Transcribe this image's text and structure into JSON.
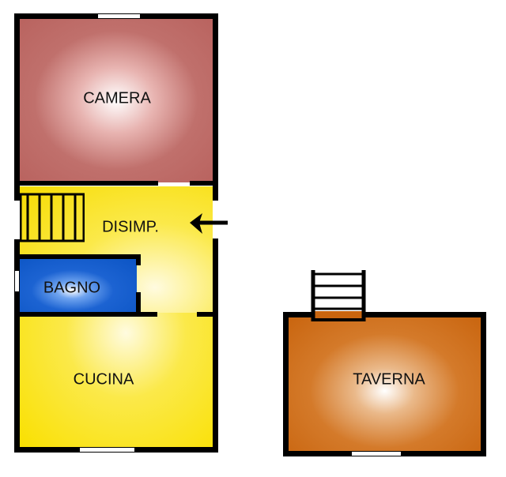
{
  "plan": {
    "colors": {
      "camera": "#b9635f",
      "disimp": "#f7dc00",
      "bagno": "#0b54c4",
      "cucina": "#f9e000",
      "taverna": "#c9650f",
      "wall": "#000000"
    },
    "rooms": {
      "camera": "CAMERA",
      "disimp": "DISIMP.",
      "bagno": "BAGNO",
      "cucina": "CUCINA",
      "taverna": "TAVERNA"
    },
    "icons": {
      "entrance": "arrow-left",
      "stairs_main": "stairs",
      "stairs_taverna": "stairs"
    }
  }
}
